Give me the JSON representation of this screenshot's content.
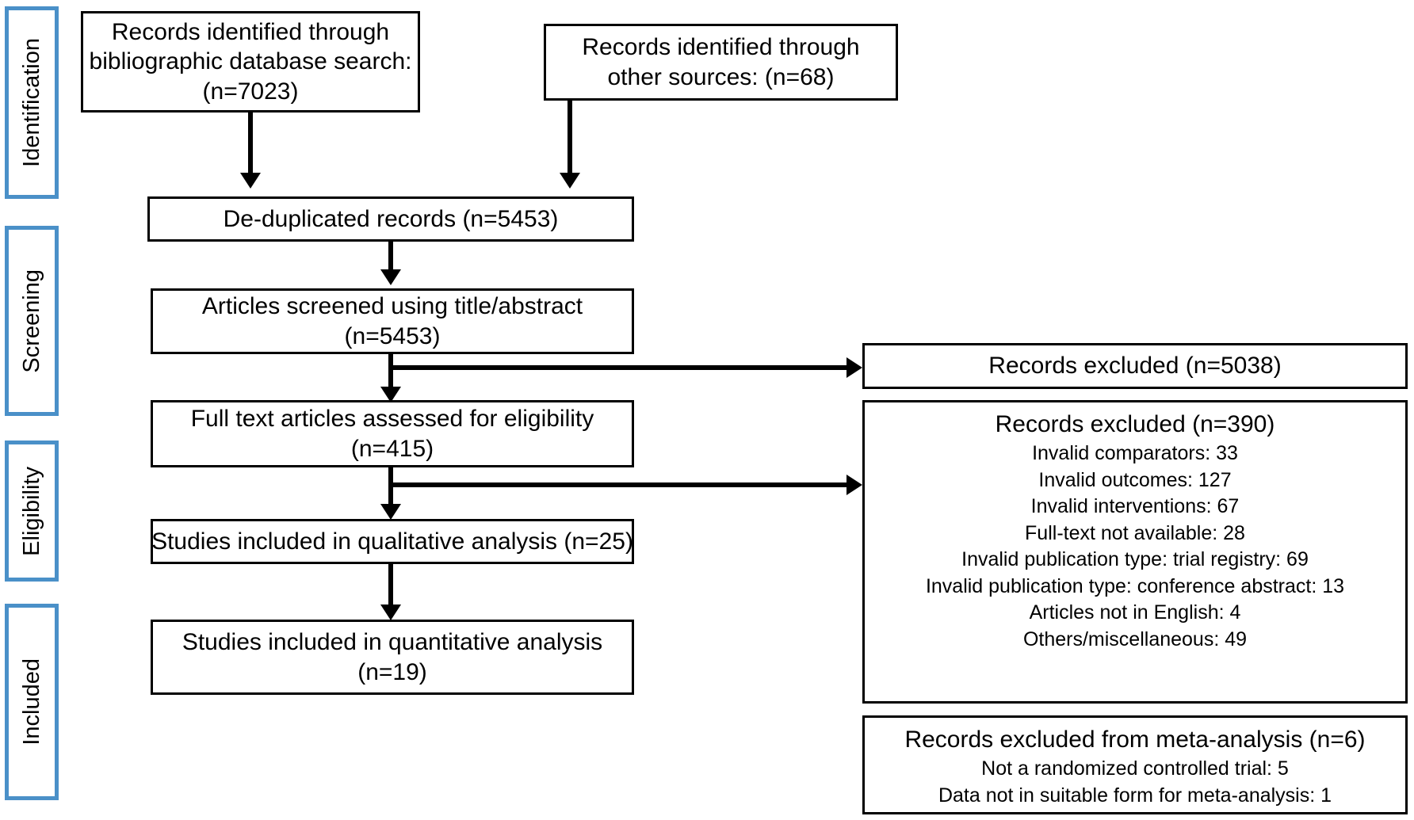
{
  "diagram": {
    "title": "PRISMA study selection flow diagram",
    "accent_color": "#4A90C8",
    "line_color": "#000000",
    "background": "#ffffff"
  },
  "stages": [
    {
      "id": "identification",
      "label": "Identification"
    },
    {
      "id": "screening",
      "label": "Screening"
    },
    {
      "id": "eligibility",
      "label": "Eligibility"
    },
    {
      "id": "included",
      "label": "Included"
    }
  ],
  "boxes": {
    "records_database": {
      "lines": [
        "Records identified through",
        "bibliographic database search:",
        "(n=7023)"
      ],
      "count": 7023
    },
    "records_other": {
      "lines": [
        "Records identified through",
        "other sources: (n=68)"
      ],
      "count": 68
    },
    "deduplicated": {
      "lines": [
        "De-duplicated records (n=5453)"
      ],
      "count": 5453
    },
    "screened": {
      "lines": [
        "Articles screened using title/abstract",
        "(n=5453)"
      ],
      "count": 5453
    },
    "fulltext": {
      "lines": [
        "Full text articles assessed for eligibility",
        "(n=415)"
      ],
      "count": 415
    },
    "qualitative": {
      "lines": [
        "Studies included in qualitative analysis (n=25)"
      ],
      "count": 25
    },
    "quantitative": {
      "lines": [
        "Studies included in quantitative analysis",
        "(n=19)"
      ],
      "count": 19
    },
    "excluded_screening": {
      "header": "Records excluded (n=5038)",
      "count": 5038,
      "reasons": []
    },
    "excluded_eligibility": {
      "header": "Records excluded (n=390)",
      "count": 390,
      "reasons": [
        "Invalid comparators: 33",
        "Invalid outcomes: 127",
        "Invalid interventions: 67",
        "Full-text not available: 28",
        "Invalid publication type: trial registry: 69",
        "Invalid publication type: conference abstract: 13",
        "Articles not in English: 4",
        "Others/miscellaneous: 49"
      ]
    },
    "excluded_meta": {
      "header": "Records excluded from meta-analysis (n=6)",
      "count": 6,
      "reasons": [
        "Not a randomized controlled trial: 5",
        "Data not in suitable form for meta-analysis: 1"
      ]
    }
  }
}
